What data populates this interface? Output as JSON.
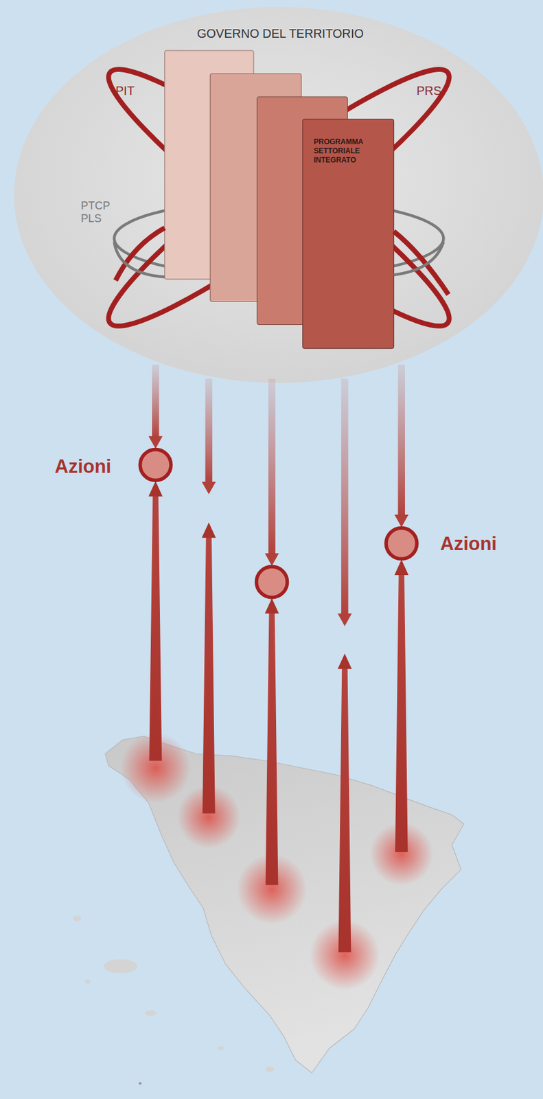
{
  "diagram": {
    "nodes": [
      {
        "text": [
          "PROGRAMMA SETTORIALE INTEGRATO"
        ]
      }
    ],
    "labels": [
      "GOVERNO DEL TERRITORIO",
      "PIT",
      "PRS",
      "PTCP PLS",
      "Azioni",
      "Azioni"
    ]
  }
}
